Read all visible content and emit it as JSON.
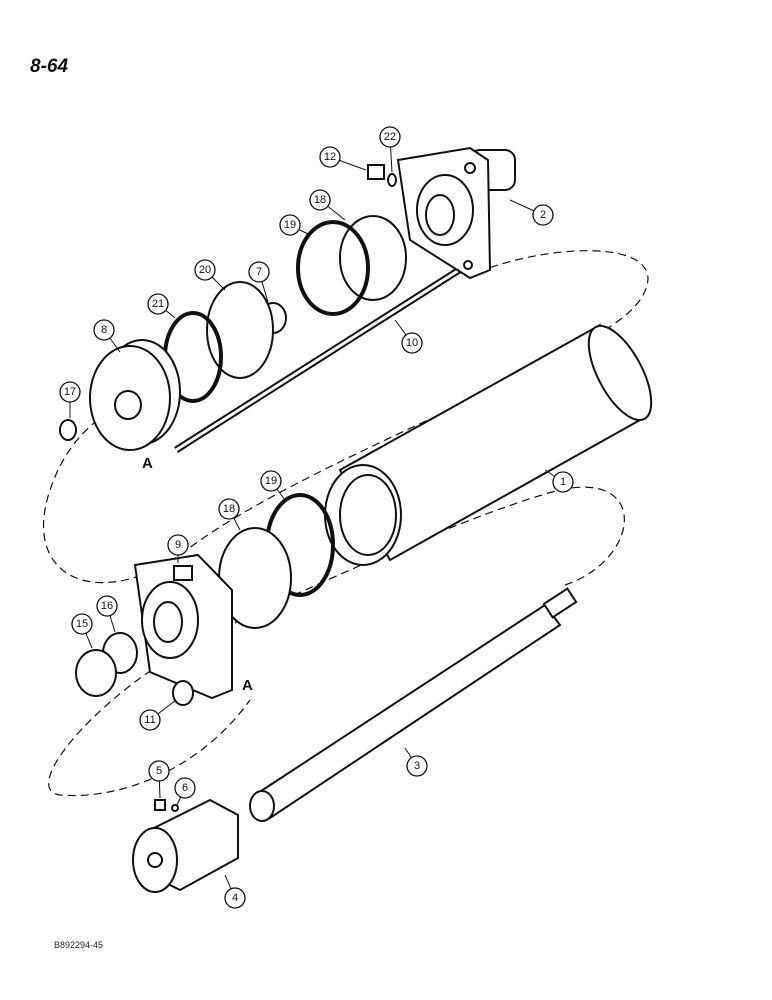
{
  "page_number": "8-64",
  "figure_code": "B892294-45",
  "reference_marks": [
    "A",
    "A"
  ],
  "callouts": [
    "12",
    "22",
    "2",
    "18",
    "19",
    "20",
    "7",
    "21",
    "8",
    "10",
    "17",
    "1",
    "9",
    "18",
    "19",
    "16",
    "15",
    "11",
    "3",
    "5",
    "6",
    "4"
  ]
}
